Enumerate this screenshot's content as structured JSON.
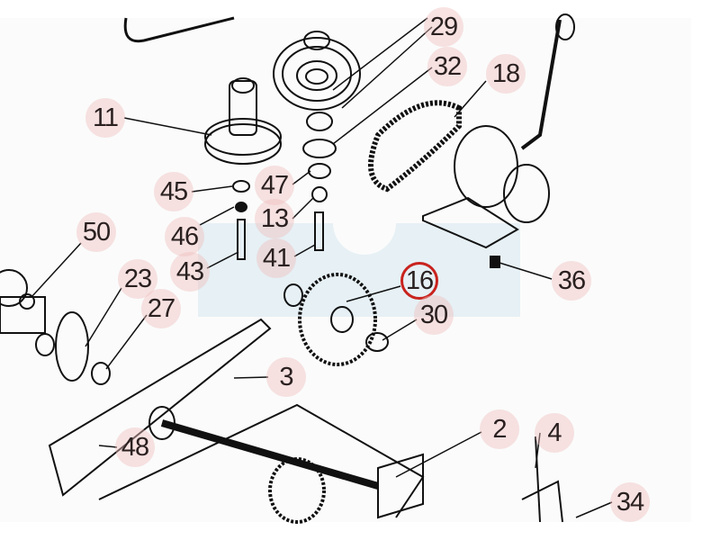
{
  "diagram": {
    "type": "exploded-parts-diagram",
    "highlight_color": "#c9231e",
    "callout_bg_color": "#f3cccc",
    "watermark_color": "#e6f0f5",
    "callouts": [
      {
        "number": "29"
      },
      {
        "number": "32"
      },
      {
        "number": "18"
      },
      {
        "number": "11"
      },
      {
        "number": "45"
      },
      {
        "number": "47"
      },
      {
        "number": "13"
      },
      {
        "number": "46"
      },
      {
        "number": "41"
      },
      {
        "number": "43"
      },
      {
        "number": "50"
      },
      {
        "number": "23"
      },
      {
        "number": "27"
      },
      {
        "number": "16",
        "highlighted": true
      },
      {
        "number": "30"
      },
      {
        "number": "36"
      },
      {
        "number": "3"
      },
      {
        "number": "48"
      },
      {
        "number": "2"
      },
      {
        "number": "4"
      },
      {
        "number": "34"
      }
    ]
  }
}
